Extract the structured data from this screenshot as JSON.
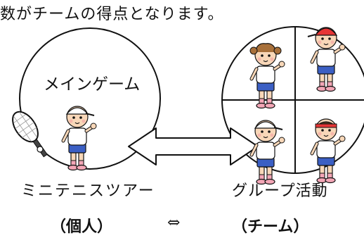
{
  "top_text": "数がチームの得点となります。",
  "individual": {
    "circle_label": "メインゲーム",
    "caption": "ミニテニスツアー",
    "paren": "（個人）"
  },
  "team": {
    "caption": "グループ活動",
    "paren": "（チーム）"
  },
  "relation_symbol": "⇔",
  "icons": [
    "tennis-racket-icon",
    "tennis-ball-icon",
    "child-cap-icon"
  ],
  "colors": {
    "line": "#111111",
    "skin": "#f8d7b8",
    "hair": "#a8703a",
    "cap_white": "#ffffff",
    "cap_red": "#e63535",
    "shorts": "#3b5fc4",
    "sock_pink": "#f3a6b6",
    "headband": "#e63535"
  }
}
